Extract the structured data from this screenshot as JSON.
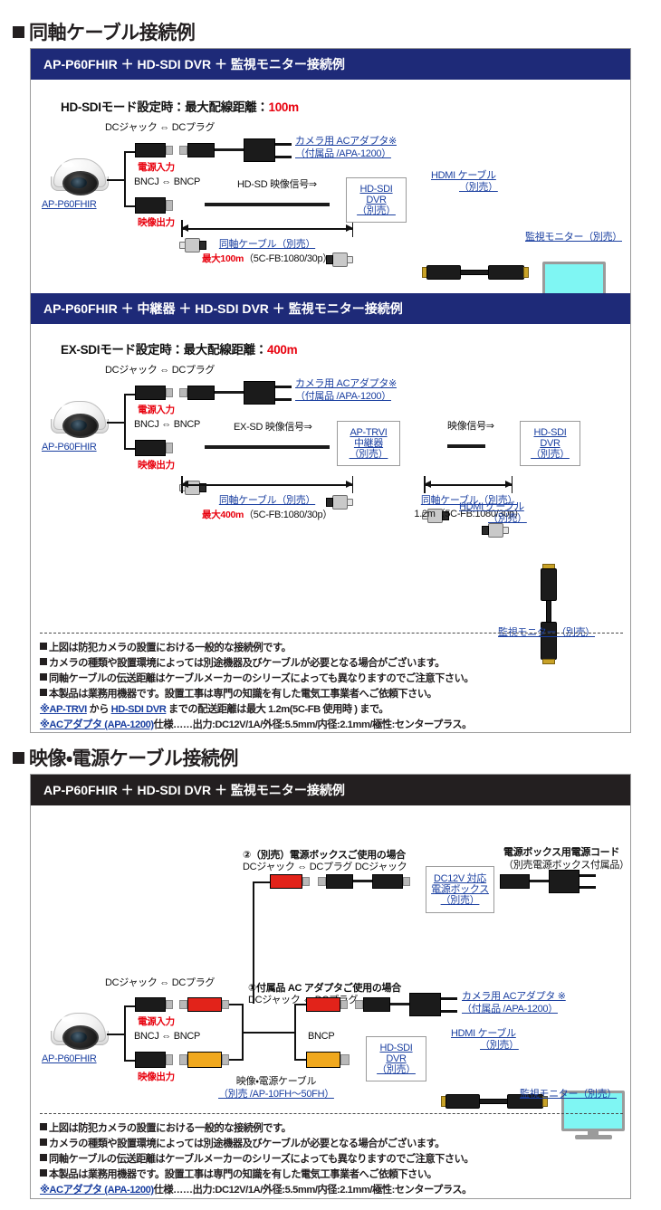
{
  "sections": [
    {
      "heading": "同軸ケーブル接続例",
      "panels": [
        {
          "header": "AP-P60FHIR ＋ HD-SDI DVR ＋ 監視モニター接続例",
          "header_color": "#1e2a78",
          "mode_prefix": "HD-SDIモード設定時：最大配線距離：",
          "mode_distance": "100m",
          "labels": {
            "dc_pair": "DCジャック ⇔ DCプラグ",
            "power_in": "電源入力",
            "bnc_pair": "BNCJ ⇔ BNCP",
            "video_out": "映像出力",
            "signal": "HD-SD 映像信号⇒",
            "camera_name": "AP-P60FHIR",
            "ac_adapter_1": "カメラ用 ACアダプタ※",
            "ac_adapter_2": "（付属品 /APA-1200）",
            "dvr_1": "HD-SDI",
            "dvr_2": "DVR",
            "dvr_3": "（別売）",
            "hdmi_1": "HDMI ケーブル",
            "hdmi_2": "（別売）",
            "monitor": "監視モニター（別売）",
            "coax_1": "同軸ケーブル（別売）",
            "coax_max": "最大100m",
            "coax_spec": "（5C-FB:1080/30p）"
          }
        },
        {
          "header": "AP-P60FHIR ＋ 中継器 ＋ HD-SDI DVR ＋ 監視モニター接続例",
          "header_color": "#1e2a78",
          "mode_prefix": "EX-SDIモード設定時：最大配線距離：",
          "mode_distance": "400m",
          "labels": {
            "dc_pair": "DCジャック ⇔ DCプラグ",
            "power_in": "電源入力",
            "bnc_pair": "BNCJ ⇔ BNCP",
            "video_out": "映像出力",
            "signal": "EX-SD 映像信号⇒",
            "signal2": "映像信号⇒",
            "camera_name": "AP-P60FHIR",
            "ac_adapter_1": "カメラ用 ACアダプタ※",
            "ac_adapter_2": "（付属品 /APA-1200）",
            "trvi_1": "AP-TRVI",
            "trvi_2": "中継器",
            "trvi_3": "（別売）",
            "dvr_1": "HD-SDI",
            "dvr_2": "DVR",
            "dvr_3": "（別売）",
            "hdmi_1": "HDMI ケーブル",
            "hdmi_2": "（別売）",
            "monitor": "監視モニター（別売）",
            "coax_1": "同軸ケーブル（別売）",
            "coax_max": "最大400m",
            "coax_spec": "（5C-FB:1080/30p）",
            "coax2_1": "同軸ケーブル（別売）",
            "coax2_len": "1.2m（5C-FB:1080/30p）"
          }
        }
      ],
      "notes": [
        {
          "mark": "sq",
          "text": "上図は防犯カメラの設置における一般的な接続例です。"
        },
        {
          "mark": "sq",
          "text": "カメラの種類や設置環境によっては別途機器及びケーブルが必要となる場合がございます。"
        },
        {
          "mark": "sq",
          "text": "同軸ケーブルの伝送距離はケーブルメーカーのシリーズによっても異なりますのでご注意下さい。"
        },
        {
          "mark": "sq",
          "text": "本製品は業務用機器です。設置工事は専門の知識を有した電気工事業者へご依頼下さい。"
        },
        {
          "mark": "ref",
          "pre": "※AP-TRVI",
          "mid": " から ",
          "link": "HD-SDI DVR",
          "post": " までの配送距離は最大 1.2m(5C-FB 使用時 ) まで。"
        },
        {
          "mark": "ref2",
          "link": "※ACアダプタ (APA-1200)",
          "post": "仕様……出力:DC12V/1A/外径:5.5mm/内径:2.1mm/極性:センタープラス。"
        }
      ]
    },
    {
      "heading": "映像・電源ケーブル接続例",
      "panels": [
        {
          "header": "AP-P60FHIR ＋ HD-SDI DVR ＋ 監視モニター接続例",
          "header_color": "#231f20",
          "labels": {
            "opt2_title": "②（別売）電源ボックスご使用の場合",
            "opt2_sub": "DCジャック ⇔ DCプラグ  DCジャック",
            "powerbox_1": "DC12V 対応",
            "powerbox_2": "電源ボックス",
            "powerbox_3": "（別売）",
            "pbcord_1": "電源ボックス用電源コード",
            "pbcord_2": "（別売電源ボックス付属品）",
            "opt1_title": "①付属品 AC アダプタご使用の場合",
            "opt1_sub": "DCジャック ⇔ DCプラグ",
            "dc_pair": "DCジャック ⇔ DCプラグ",
            "power_in": "電源入力",
            "bnc_pair": "BNCJ ⇔ BNCP",
            "video_out": "映像出力",
            "bncp": "BNCP",
            "camera_name": "AP-P60FHIR",
            "vpcable_1": "映像・電源ケーブル",
            "vpcable_2": "（別売 /AP-10FH～50FH）",
            "ac_adapter_1": "カメラ用 ACアダプタ ※",
            "ac_adapter_2": "（付属品 /APA-1200）",
            "dvr_1": "HD-SDI",
            "dvr_2": "DVR",
            "dvr_3": "（別売）",
            "hdmi_1": "HDMI ケーブル",
            "hdmi_2": "（別売）",
            "monitor": "監視モニター（別売）"
          }
        }
      ],
      "notes": [
        {
          "mark": "sq",
          "text": "上図は防犯カメラの設置における一般的な接続例です。"
        },
        {
          "mark": "sq",
          "text": "カメラの種類や設置環境によっては別途機器及びケーブルが必要となる場合がございます。"
        },
        {
          "mark": "sq",
          "text": "同軸ケーブルの伝送距離はケーブルメーカーのシリーズによっても異なりますのでご注意下さい。"
        },
        {
          "mark": "sq",
          "text": "本製品は業務用機器です。設置工事は専門の知識を有した電気工事業者へご依頼下さい。"
        },
        {
          "mark": "ref2",
          "link": "※ACアダプタ (APA-1200)",
          "post": "仕様……出力:DC12V/1A/外径:5.5mm/内径:2.1mm/極性:センタープラス。"
        }
      ]
    }
  ],
  "colors": {
    "navy": "#1e2a78",
    "black": "#231f20",
    "red": "#e8000d",
    "link": "#1a3fa0",
    "screen": "#7ff6f3"
  }
}
